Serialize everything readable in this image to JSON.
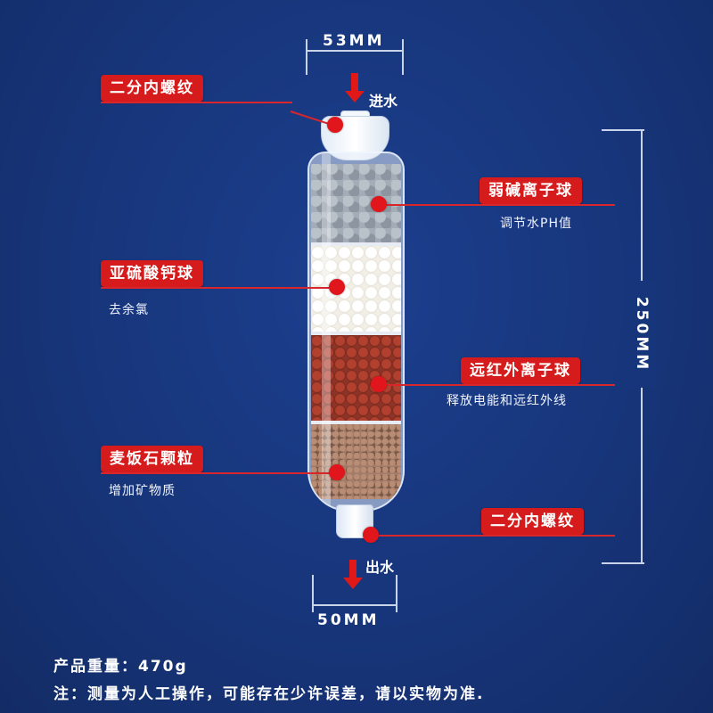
{
  "dimensions": {
    "top_width": "53MM",
    "bottom_width": "50MM",
    "height": "250MM"
  },
  "flow": {
    "inlet": "进水",
    "outlet": "出水"
  },
  "labels": {
    "top_thread": {
      "title": "二分内螺纹"
    },
    "alkaline_ball": {
      "title": "弱碱离子球",
      "desc": "调节水PH值"
    },
    "calcium_sulfite_ball": {
      "title": "亚硫酸钙球",
      "desc": "去余氯"
    },
    "far_infrared_ball": {
      "title": "远红外离子球",
      "desc": "释放电能和远红外线"
    },
    "maifan_stone": {
      "title": "麦饭石颗粒",
      "desc": "增加矿物质"
    },
    "bottom_thread": {
      "title": "二分内螺纹"
    }
  },
  "footer": {
    "weight": "产品重量：470g",
    "note": "注：测量为人工操作，可能存在少许误差，请以实物为准."
  },
  "colors": {
    "background": "#17357a",
    "accent_red": "#d51b1b",
    "text": "#ffffff"
  }
}
